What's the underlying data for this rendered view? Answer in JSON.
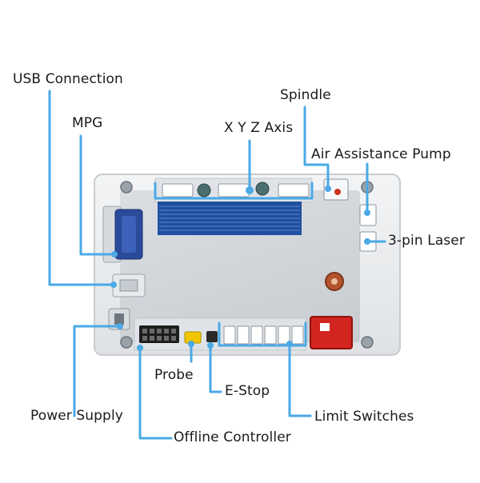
{
  "labels": {
    "usb": "USB Connection",
    "mpg": "MPG",
    "axis": "X Y Z Axis",
    "spindle": "Spindle",
    "air_pump": "Air Assistance Pump",
    "laser": "3-pin Laser",
    "probe": "Probe",
    "estop": "E-Stop",
    "power": "Power Supply",
    "offline": "Offline Controller",
    "limit": "Limit Switches"
  },
  "colors": {
    "leader": "#4aa9e6",
    "board": "#e9ecef",
    "heatsink": "#1f4fa0",
    "switch": "#d42420",
    "probe_connector": "#f2c500",
    "vga_port": "#2a4a9a"
  }
}
